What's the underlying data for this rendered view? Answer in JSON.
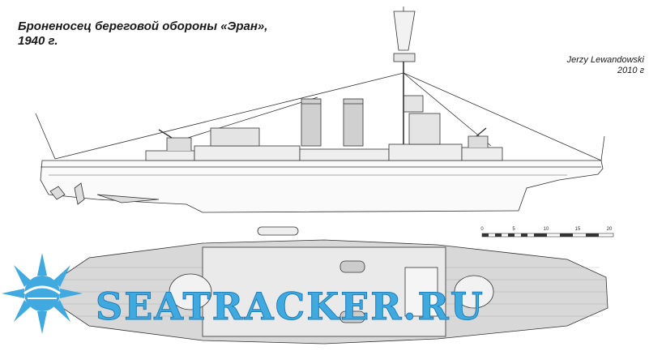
{
  "title": {
    "line1": "Броненосец береговой обороны «Эран»,",
    "line2": "1940 г."
  },
  "author": {
    "name": "Jerzy Lewandowski",
    "year": "2010 г"
  },
  "scale_bar": {
    "ticks": [
      "0",
      "5",
      "10",
      "15",
      "20"
    ]
  },
  "watermark": {
    "text": "SEATRACKER.RU",
    "logo_icon": "sunburst-icon"
  },
  "colors": {
    "line": "#333333",
    "deck": "#d8d8d8",
    "watermark": "#3fa9e0"
  }
}
